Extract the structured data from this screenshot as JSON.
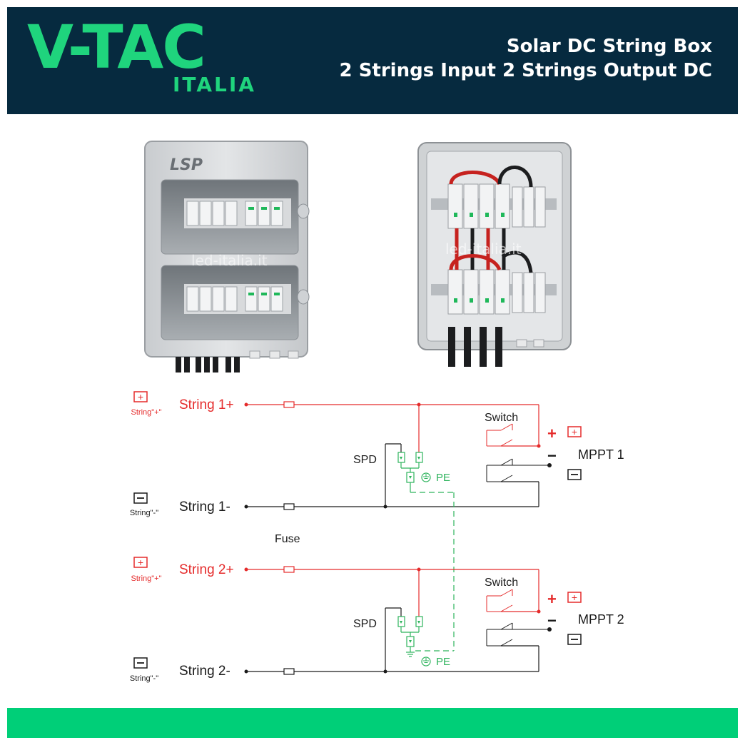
{
  "header": {
    "logo": "V-TAC",
    "logo_sub": "ITALIA",
    "title_line1": "Solar DC String Box",
    "title_line2": "2 Strings Input 2 Strings Output DC"
  },
  "photos": {
    "brand": "LSP",
    "watermark": "led-italia.it"
  },
  "diagram": {
    "strings": [
      {
        "pos_label": "String 1+",
        "neg_label": "String 1-"
      },
      {
        "pos_label": "String 2+",
        "neg_label": "String 2-"
      }
    ],
    "legend_pos": "String\"+\"",
    "legend_neg": "String\"-\"",
    "spd": "SPD",
    "pe": "PE",
    "switch": "Switch",
    "fuse": "Fuse",
    "plus": "+",
    "minus": "−",
    "mppt": [
      "MPPT 1",
      "MPPT 2"
    ]
  },
  "colors": {
    "navy": "#062a3f",
    "brand_green": "#1fd47d",
    "footer_green": "#00cf78",
    "positive": "#e52b2b",
    "negative": "#1a1a1a",
    "earth": "#2db35c"
  }
}
